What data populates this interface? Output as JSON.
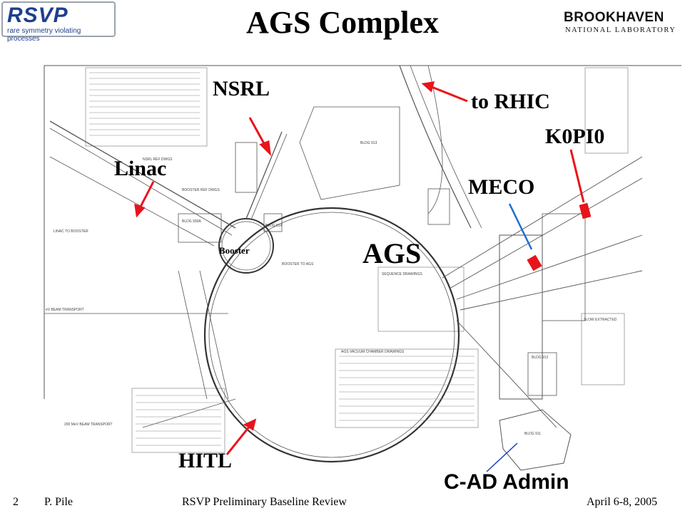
{
  "slide_title": "AGS Complex",
  "logos": {
    "rsvp_word": "RSVP",
    "rsvp_subtitle": "rare symmetry violating processes",
    "bnl_word": "BROOKHAVEN",
    "bnl_subtitle": "NATIONAL LABORATORY"
  },
  "diagram_labels": {
    "nsrl": "NSRL",
    "linac": "Linac",
    "booster": "Booster",
    "ags": "AGS",
    "to_rhic": "to RHIC",
    "k0pi0": "K0PI0",
    "meco": "MECO",
    "hitl": "HITL",
    "cad_admin": "C-AD Admin"
  },
  "map_small_text": {
    "bldg_930a": "BLDG 930A",
    "bldg_914": "BLDG 914",
    "bldg_913": "BLDG 913",
    "bldg_912": "BLDG 912",
    "bldg_911": "BLDG 911",
    "linac_to_booster": "LINAC TO BOOSTER",
    "beam_transport_1": "eV BEAM TRANSPORT",
    "beam_transport_2": "200 MeV BEAM TRANSPORT",
    "booster_to_ags": "BOOSTER TO AGS",
    "ags_vacuum": "AGS VACUUM CHAMBER DRAWINGS",
    "slow_extracted": "SLOW EXTRACTED",
    "booster_ref": "BOOSTER REF DWGS",
    "nsrl_ref": "NSRL REF DWGS",
    "sequence": "SEQUENCE DRAWINGS"
  },
  "footer": {
    "page": "2",
    "author": "P. Pile",
    "center": "RSVP Preliminary Baseline Review",
    "date": "April 6-8, 2005"
  },
  "colors": {
    "arrow": "#e8141b",
    "meco_arrow": "#1a6fd1",
    "cad_arrow": "#1a3fb8",
    "rsvp_blue": "#1e3f8f",
    "map_line": "#555555"
  }
}
